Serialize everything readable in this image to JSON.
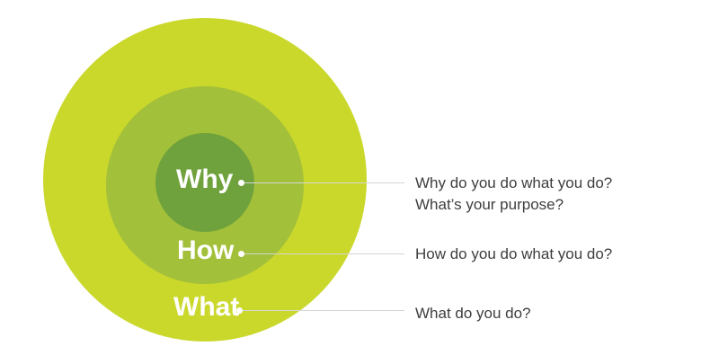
{
  "colors": {
    "outer_ring": "#cad82c",
    "middle_ring": "#a3c03a",
    "inner_ring": "#6fa23c",
    "label_text": "#ffffff",
    "question_text": "#3e3e3e",
    "connector": "#d6d6d6"
  },
  "rings": [
    {
      "id": "why",
      "label": "Why",
      "questions": [
        "Why do you do what you do?",
        "What’s your purpose?"
      ]
    },
    {
      "id": "how",
      "label": "How",
      "questions": [
        "How do you do what you do?"
      ]
    },
    {
      "id": "what",
      "label": "What",
      "questions": [
        "What do you do?"
      ]
    }
  ]
}
